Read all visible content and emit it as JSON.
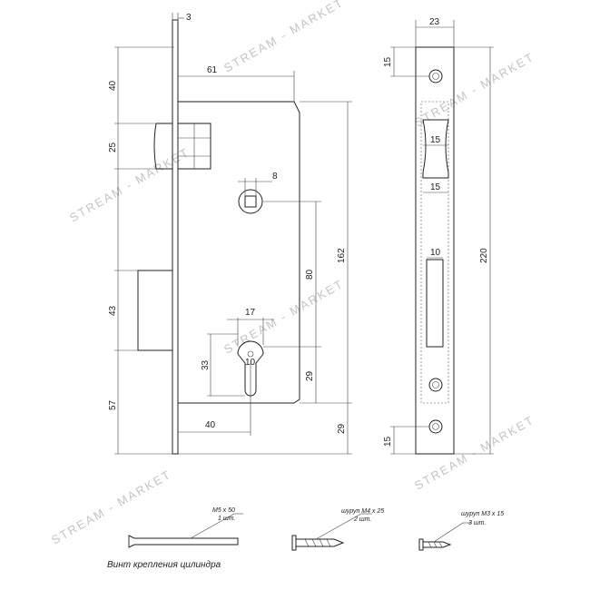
{
  "dimensions": {
    "plate_thickness": "3",
    "top_offset": "40",
    "latch_height": "25",
    "backset_body": "61",
    "spindle_square": "8",
    "distance_centers": "80",
    "body_height": "162",
    "bolt_height": "43",
    "cylinder_width": "17",
    "cylinder_height": "33",
    "cylinder_hole": "10",
    "cylinder_to_bottom": "29",
    "bottom_offset": "57",
    "backset": "40",
    "bottom_extra": "29",
    "faceplate_width": "23",
    "screw_hole_top": "15",
    "latch_window_1": "15",
    "latch_window_2": "15",
    "bolt_window": "10",
    "faceplate_height": "220",
    "screw_hole_bottom": "15"
  },
  "fasteners": {
    "cylinder_screw": {
      "spec": "M5 x 50",
      "qty": "1 шт."
    },
    "screw_m4": {
      "spec": "шуруп М4 x 25",
      "qty": "2 шт."
    },
    "screw_m3": {
      "spec": "шуруп М3 x 15",
      "qty": "3 шт."
    },
    "caption": "Винт крепления цилиндра"
  },
  "watermark": "STREAM - MARKET"
}
